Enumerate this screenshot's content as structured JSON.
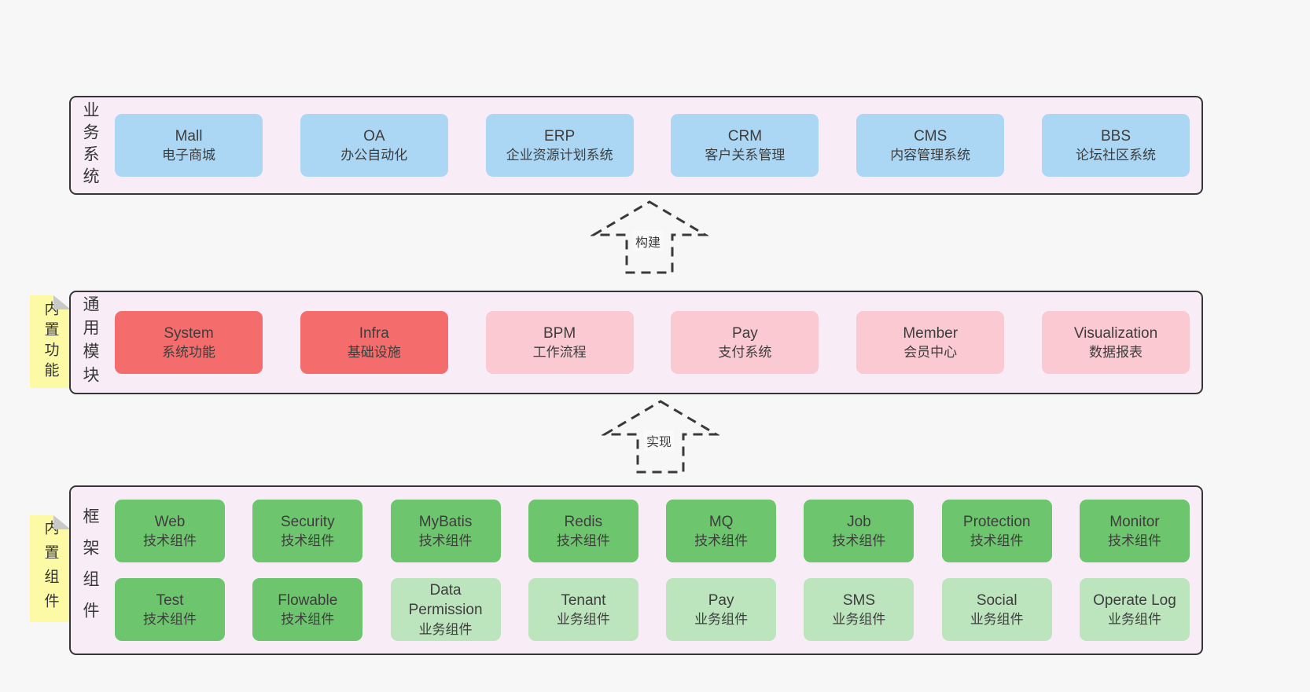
{
  "colors": {
    "page_bg": "#f7f7f7",
    "layer_bg": "#f8edf6",
    "layer_border": "#363636",
    "blue_box": "#abd7f5",
    "red_box": "#f56c6c",
    "pink_box": "#fbc9d2",
    "green_box": "#6dc66d",
    "light_green_box": "#bce5bd",
    "note_yellow": "#fcfaa5",
    "note_fold_gray": "#c8c8c8",
    "text": "#3d3d3d"
  },
  "arrows": {
    "build": {
      "label": "构建"
    },
    "implement": {
      "label": "实现"
    }
  },
  "layers": {
    "business": {
      "label": "业务系统",
      "items": [
        {
          "en": "Mall",
          "zh": "电子商城"
        },
        {
          "en": "OA",
          "zh": "办公自动化"
        },
        {
          "en": "ERP",
          "zh": "企业资源计划系统"
        },
        {
          "en": "CRM",
          "zh": "客户关系管理"
        },
        {
          "en": "CMS",
          "zh": "内容管理系统"
        },
        {
          "en": "BBS",
          "zh": "论坛社区系统"
        }
      ]
    },
    "modules": {
      "tab": "内置功能",
      "label": "通用模块",
      "items": [
        {
          "en": "System",
          "zh": "系统功能",
          "variant": "red"
        },
        {
          "en": "Infra",
          "zh": "基础设施",
          "variant": "red"
        },
        {
          "en": "BPM",
          "zh": "工作流程",
          "variant": "pink"
        },
        {
          "en": "Pay",
          "zh": "支付系统",
          "variant": "pink"
        },
        {
          "en": "Member",
          "zh": "会员中心",
          "variant": "pink"
        },
        {
          "en": "Visualization",
          "zh": "数据报表",
          "variant": "pink"
        }
      ]
    },
    "components": {
      "tab": "内置组件",
      "label": "框架组件",
      "row1": [
        {
          "en": "Web",
          "zh": "技术组件",
          "variant": "tech"
        },
        {
          "en": "Security",
          "zh": "技术组件",
          "variant": "tech"
        },
        {
          "en": "MyBatis",
          "zh": "技术组件",
          "variant": "tech"
        },
        {
          "en": "Redis",
          "zh": "技术组件",
          "variant": "tech"
        },
        {
          "en": "MQ",
          "zh": "技术组件",
          "variant": "tech"
        },
        {
          "en": "Job",
          "zh": "技术组件",
          "variant": "tech"
        },
        {
          "en": "Protection",
          "zh": "技术组件",
          "variant": "tech"
        },
        {
          "en": "Monitor",
          "zh": "技术组件",
          "variant": "tech"
        }
      ],
      "row2": [
        {
          "en": "Test",
          "zh": "技术组件",
          "variant": "tech"
        },
        {
          "en": "Flowable",
          "zh": "技术组件",
          "variant": "tech"
        },
        {
          "en": "Data Permission",
          "zh": "业务组件",
          "variant": "business"
        },
        {
          "en": "Tenant",
          "zh": "业务组件",
          "variant": "business"
        },
        {
          "en": "Pay",
          "zh": "业务组件",
          "variant": "business"
        },
        {
          "en": "SMS",
          "zh": "业务组件",
          "variant": "business"
        },
        {
          "en": "Social",
          "zh": "业务组件",
          "variant": "business"
        },
        {
          "en": "Operate Log",
          "zh": "业务组件",
          "variant": "business"
        }
      ]
    }
  }
}
